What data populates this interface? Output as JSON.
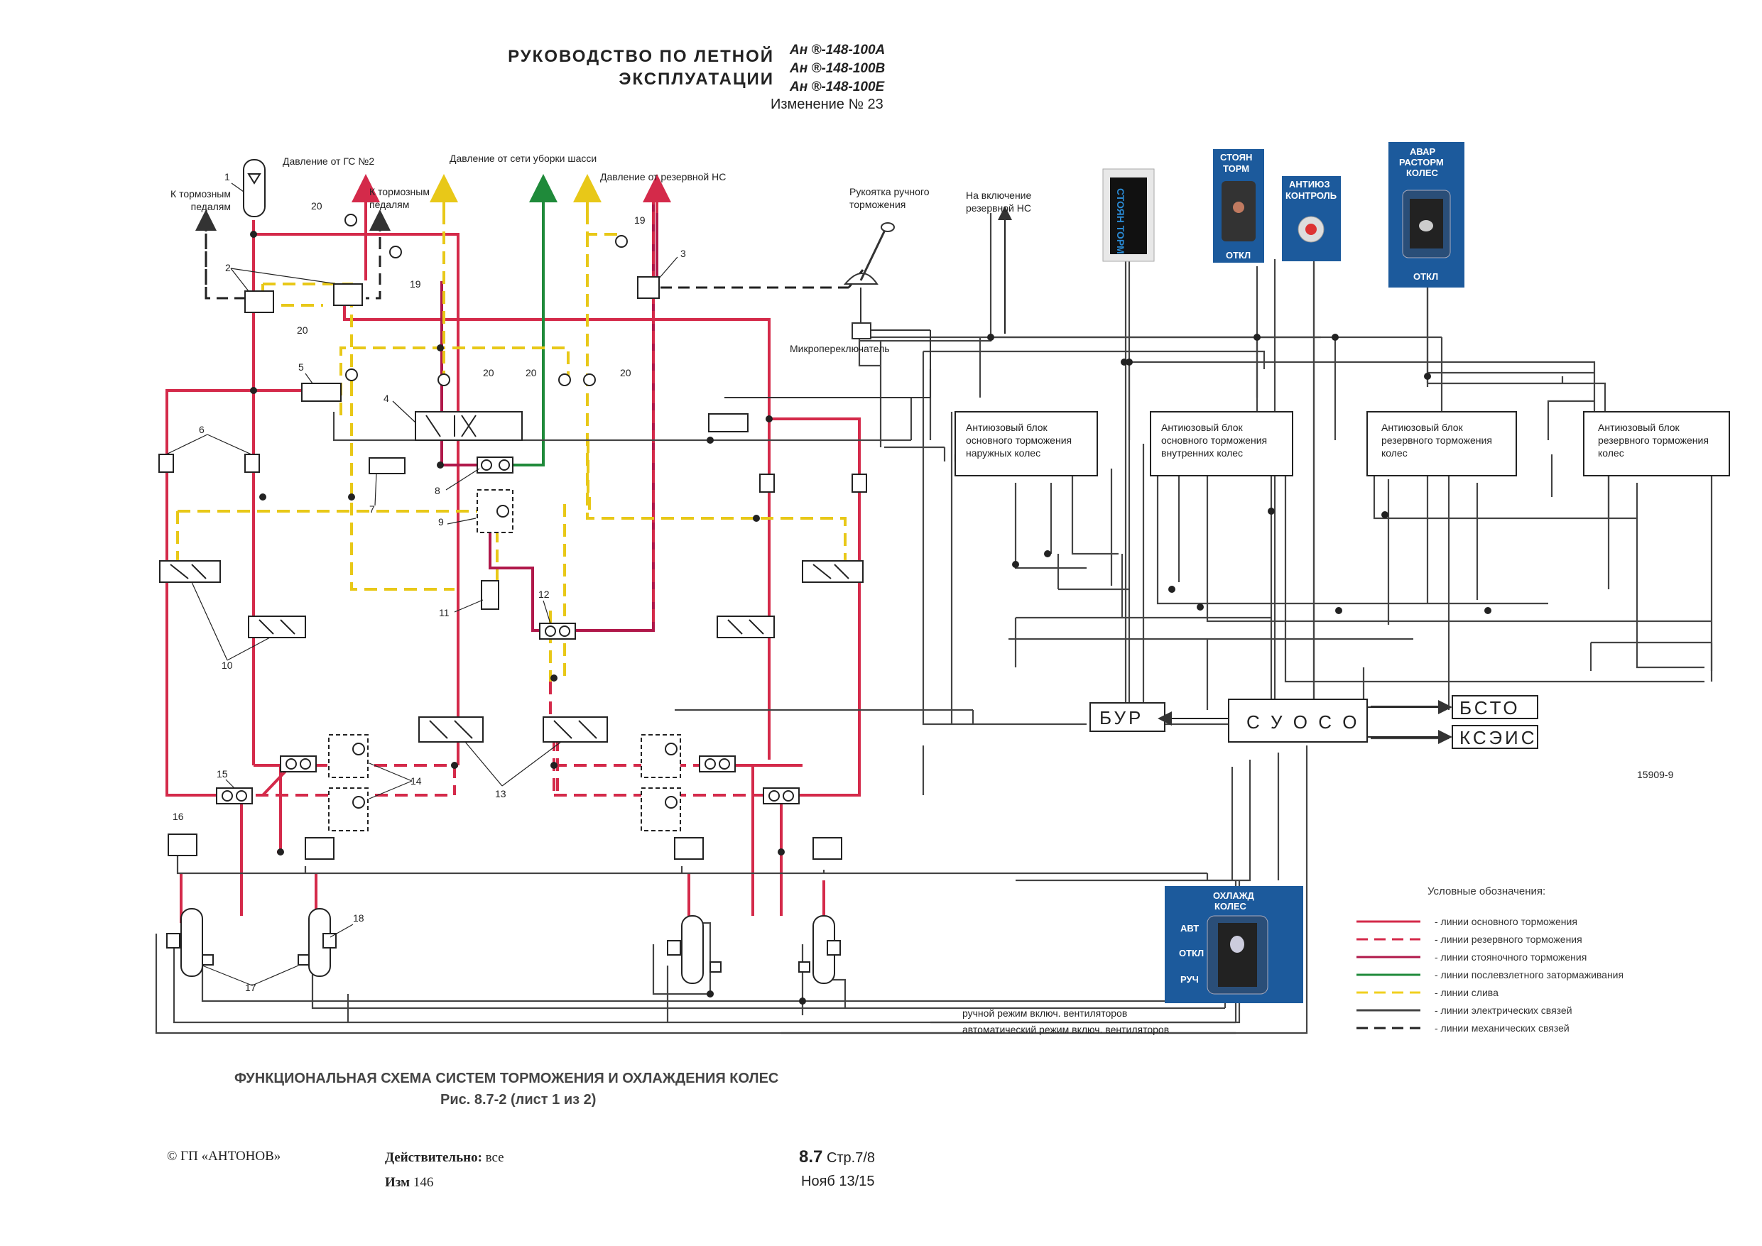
{
  "header": {
    "manual_title_line1": "РУКОВОДСТВО ПО ЛЕТНОЙ",
    "manual_title_line2": "ЭКСПЛУАТАЦИИ",
    "models": [
      "Ан ®-148-100А",
      "Ан ®-148-100В",
      "Ан ®-148-100Е"
    ],
    "change": "Изменение № 23"
  },
  "diagram": {
    "labels": {
      "pressure_gs2": "Давление от ГС №2",
      "pressure_gear": "Давление от сети уборки шасси",
      "pressure_reserve": "Давление от резервной НС",
      "to_pedals": "К тормозным\nпедалям",
      "hand_brake": "Рукоятка ручного\nторможения",
      "to_reserve_ns": "На включение\nрезервной НС",
      "microswitch": "Микропереключатель",
      "fig_number": "15909-9",
      "fan_manual": "ручной режим включ. вентиляторов",
      "fan_auto": "автоматический режим включ. вентиляторов"
    },
    "blocks": {
      "ab1": "Антиюзовый блок\nосновного торможения\nнаружных колес",
      "ab2": "Антиюзовый блок\nосновного торможения\nвнутренних колес",
      "ab3": "Антиюзовый блок\nрезервного торможения\nколес",
      "ab4": "Антиюзовый блок\nрезервного торможения\nколес",
      "bur": "БУР",
      "suoso": "С У О С О",
      "bsto": "БСТО",
      "kseis": "КСЭИС"
    },
    "panels": {
      "park_sign": "СТОЯН ТОРМ",
      "park_brake": "СТОЯН\nТОРМ",
      "park_off": "ОТКЛ",
      "antiskid": "АНТИЮЗ\nКОНТРОЛЬ",
      "emergency": "АВАР\nРАСТОРМ\nКОЛЕС",
      "emergency_off": "ОТКЛ",
      "cooling": "ОХЛАЖД\nКОЛЕС",
      "cooling_auto": "АВТ",
      "cooling_off": "ОТКЛ",
      "cooling_manual": "РУЧ"
    },
    "callouts": [
      "1",
      "2",
      "3",
      "4",
      "5",
      "6",
      "7",
      "8",
      "9",
      "10",
      "11",
      "12",
      "13",
      "14",
      "15",
      "16",
      "17",
      "18",
      "19",
      "20"
    ],
    "legend": {
      "title": "Условные обозначения:",
      "items": [
        {
          "text": "линии основного торможения",
          "color": "#d42a4a",
          "style": "solid"
        },
        {
          "text": "линии резервного торможения",
          "color": "#d42a4a",
          "style": "dashed"
        },
        {
          "text": "линии стояночного торможения",
          "color": "#b0184a",
          "style": "solid"
        },
        {
          "text": "линии послевзлетного затормаживания",
          "color": "#1f8a3a",
          "style": "solid"
        },
        {
          "text": "линии слива",
          "color": "#f0d020",
          "style": "dashed"
        },
        {
          "text": "линии электрических связей",
          "color": "#444444",
          "style": "solid"
        },
        {
          "text": "линии механических связей",
          "color": "#222222",
          "style": "dashed"
        }
      ]
    },
    "caption": "ФУНКЦИОНАЛЬНАЯ СХЕМА СИСТЕМ ТОРМОЖЕНИЯ И ОХЛАЖДЕНИЯ КОЛЕС",
    "figure": "Рис. 8.7-2 (лист 1 из 2)"
  },
  "footer": {
    "copyright": "© ГП «АНТОНОВ»",
    "valid_label": "Действительно:",
    "valid_value": "все",
    "izm_label": "Изм",
    "izm_value": "146",
    "section": "8.7",
    "page": "Стр.7/8",
    "date": "Нояб 13/15"
  }
}
